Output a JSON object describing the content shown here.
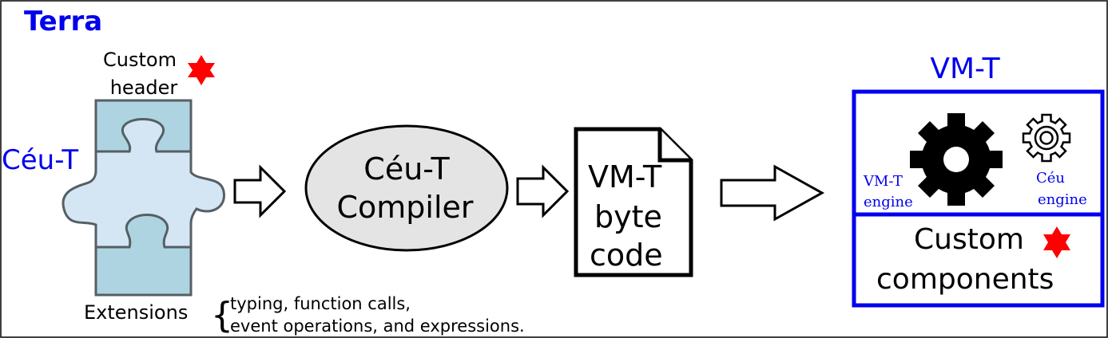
{
  "title": "Terra",
  "colors": {
    "brand_blue": "#0000ee",
    "accent_red": "#ff0000",
    "puzzle_light": "#d4e6f3",
    "puzzle_dark": "#aed4e2",
    "puzzle_stroke": "#555f64",
    "compiler_fill": "#e4e4e4"
  },
  "ceu_t": {
    "label": "Céu-T",
    "custom_header_line1": "Custom",
    "custom_header_line2": "header",
    "extensions_label": "Extensions",
    "extensions_line1": "typing, function calls,",
    "extensions_line2": "event operations, and expressions."
  },
  "compiler": {
    "line1": "Céu-T",
    "line2": "Compiler"
  },
  "bytecode": {
    "line1": "VM-T",
    "line2": "byte",
    "line3": "code"
  },
  "vm": {
    "title": "VM-T",
    "vm_engine_line1": "VM-T",
    "vm_engine_line2": "engine",
    "ceu_engine_line1": "Céu",
    "ceu_engine_line2": "engine",
    "custom_line1": "Custom",
    "custom_line2": "components"
  },
  "icons": {
    "custom_star": "red-six-point-star",
    "vm_gear": "gear-icon",
    "ceu_gear": "gear-outline-icon",
    "flow_arrow": "hollow-arrow-right"
  }
}
